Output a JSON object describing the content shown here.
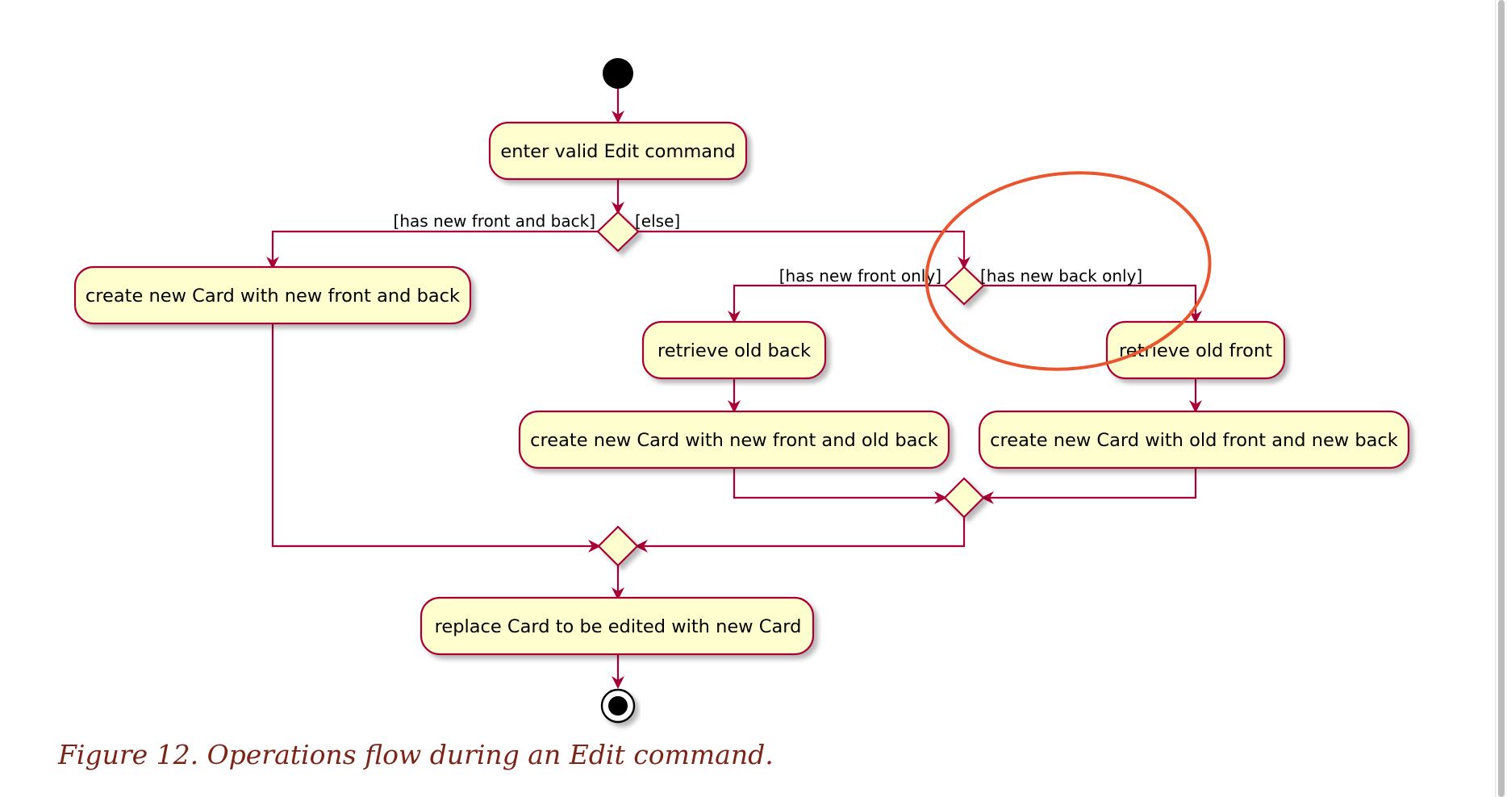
{
  "diagram": {
    "nodes": {
      "enter_valid_edit": "enter valid Edit command",
      "create_new_front_back": "create new Card with new front and back",
      "retrieve_old_back": "retrieve old back",
      "retrieve_old_front": "retrieve old front",
      "create_new_front_old_back": "create new Card with new front and old back",
      "create_old_front_new_back": "create new Card with old front and new back",
      "replace_card": "replace Card to be edited with new Card"
    },
    "guards": {
      "has_new_front_and_back": "[has new front and back]",
      "else": "[else]",
      "has_new_front_only": "[has new front only]",
      "has_new_back_only": "[has new back only]"
    },
    "colors": {
      "node_fill": "#FEFECE",
      "node_border": "#A80036",
      "annotation_circle": "#E8552E",
      "caption": "#7a2518"
    }
  },
  "caption": "Figure 12. Operations flow during an Edit command."
}
